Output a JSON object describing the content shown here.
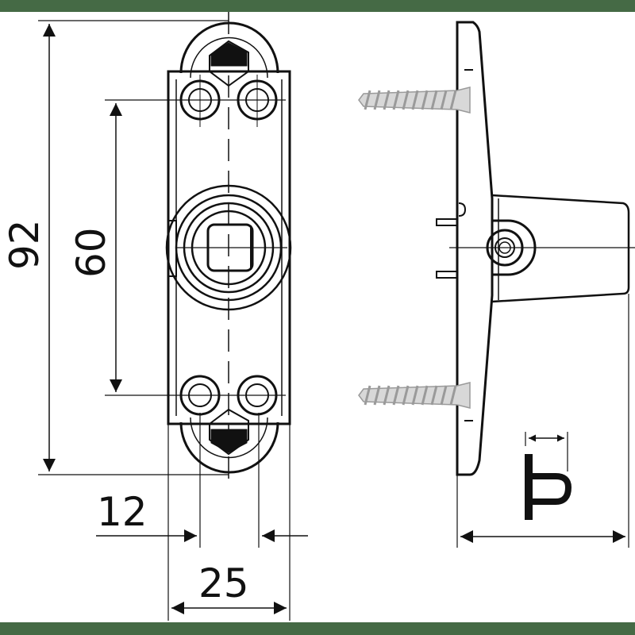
{
  "drawing": {
    "colors": {
      "frame": "#456a45",
      "line": "#111111",
      "screw": "#9a9a9a",
      "background": "#ffffff"
    },
    "dimensions": {
      "overall_height": "92",
      "hole_spacing": "60",
      "hole_offset": "12",
      "overall_width": "25"
    },
    "views": [
      "front-view",
      "side-view"
    ],
    "symbols": {
      "profile": "handle-profile-symbol"
    }
  }
}
